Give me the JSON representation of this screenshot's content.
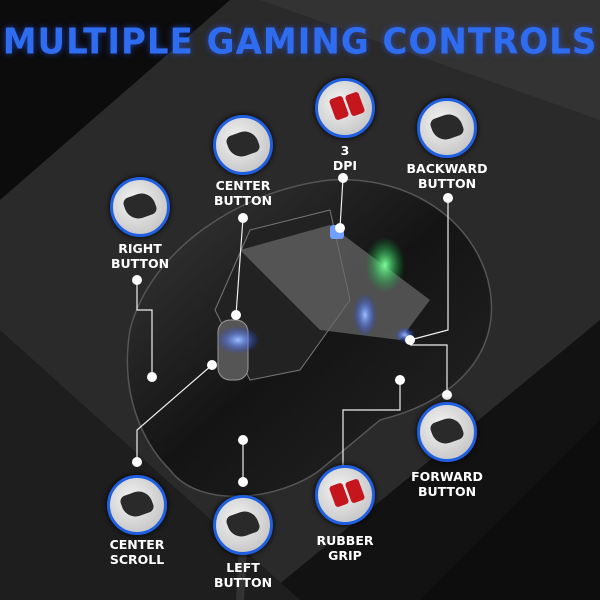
{
  "title": "MULTIPLE GAMING CONTROLS",
  "colors": {
    "accent": "#2f6df0",
    "ring": "#1f5fe0",
    "grip": "#c4161c"
  },
  "callouts": [
    {
      "id": "dpi",
      "line1": "3",
      "line2": "DPI"
    },
    {
      "id": "center-button",
      "line1": "CENTER",
      "line2": "BUTTON"
    },
    {
      "id": "backward-button",
      "line1": "BACKWARD",
      "line2": "BUTTON"
    },
    {
      "id": "right-button",
      "line1": "RIGHT",
      "line2": "BUTTON"
    },
    {
      "id": "forward-button",
      "line1": "FORWARD",
      "line2": "BUTTON"
    },
    {
      "id": "center-scroll",
      "line1": "CENTER",
      "line2": "SCROLL"
    },
    {
      "id": "rubber-grip",
      "line1": "RUBBER",
      "line2": "GRIP"
    },
    {
      "id": "left-button",
      "line1": "LEFT",
      "line2": "BUTTON"
    }
  ]
}
